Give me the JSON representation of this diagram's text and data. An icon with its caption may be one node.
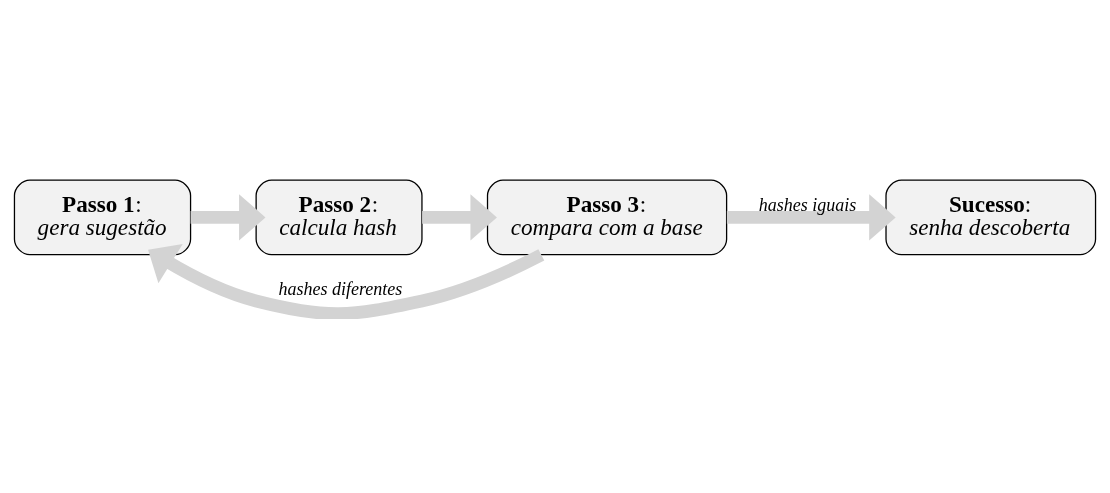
{
  "diagram": {
    "nodes": [
      {
        "text": [
          "**Passo 1**:",
          "gera sugestão"
        ]
      },
      {
        "text": [
          "**Passo 2**:",
          "calcula hash"
        ]
      },
      {
        "text": [
          "**Passo 3**:",
          "compara com a base"
        ]
      },
      {
        "text": [
          "**Sucesso**:",
          "senha descoberta"
        ]
      }
    ],
    "edges": [
      {
        "from": 0,
        "to": 1,
        "arrow": "to"
      },
      {
        "from": 1,
        "to": 2,
        "arrow": "to"
      },
      {
        "from": 2,
        "to": 0,
        "arrow": "to",
        "label": "hashes diferentes"
      },
      {
        "from": 2,
        "to": 3,
        "arrow": "to",
        "label": "hashes iguais"
      }
    ]
  }
}
